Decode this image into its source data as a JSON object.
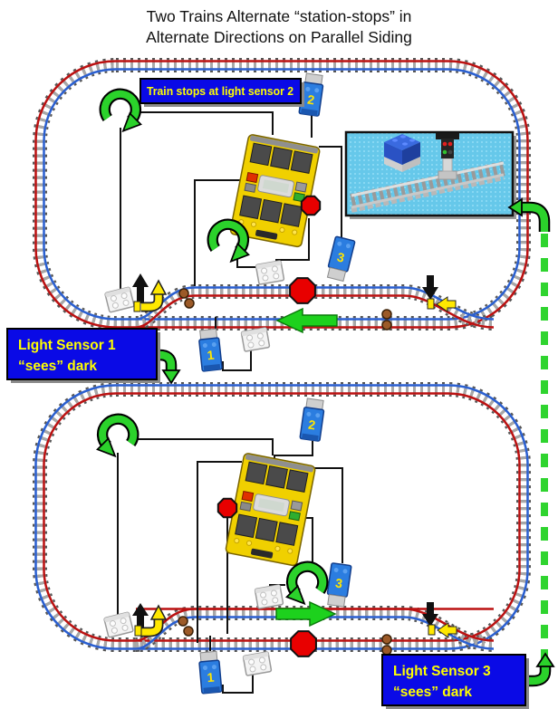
{
  "title": {
    "line1": "Two Trains Alternate “station-stops” in",
    "line2": "Alternate Directions on Parallel Siding"
  },
  "callouts": {
    "train_stops": "Train stops at light sensor 2",
    "light_sensor_1": {
      "line1": "Light Sensor 1",
      "line2": "“sees” dark"
    },
    "light_sensor_3": {
      "line1": "Light Sensor 3",
      "line2": "“sees” dark"
    }
  },
  "sensor_labels": {
    "s1": "1",
    "s2": "2",
    "s3": "3"
  },
  "colors": {
    "track_red_rail": "#bb1111",
    "track_blue_rail": "#2a5fd0",
    "callout_bg": "#0a0ae6",
    "callout_text": "#ffff00",
    "go_green": "#1dd11d",
    "stop_red": "#e80000",
    "turnout_yellow": "#ffe800",
    "flow_dash_green": "#2fd42f",
    "rcx_yellow": "#f0d000",
    "sensor_blue": "#2b7de0",
    "inset_sky": "#66c8ea"
  }
}
